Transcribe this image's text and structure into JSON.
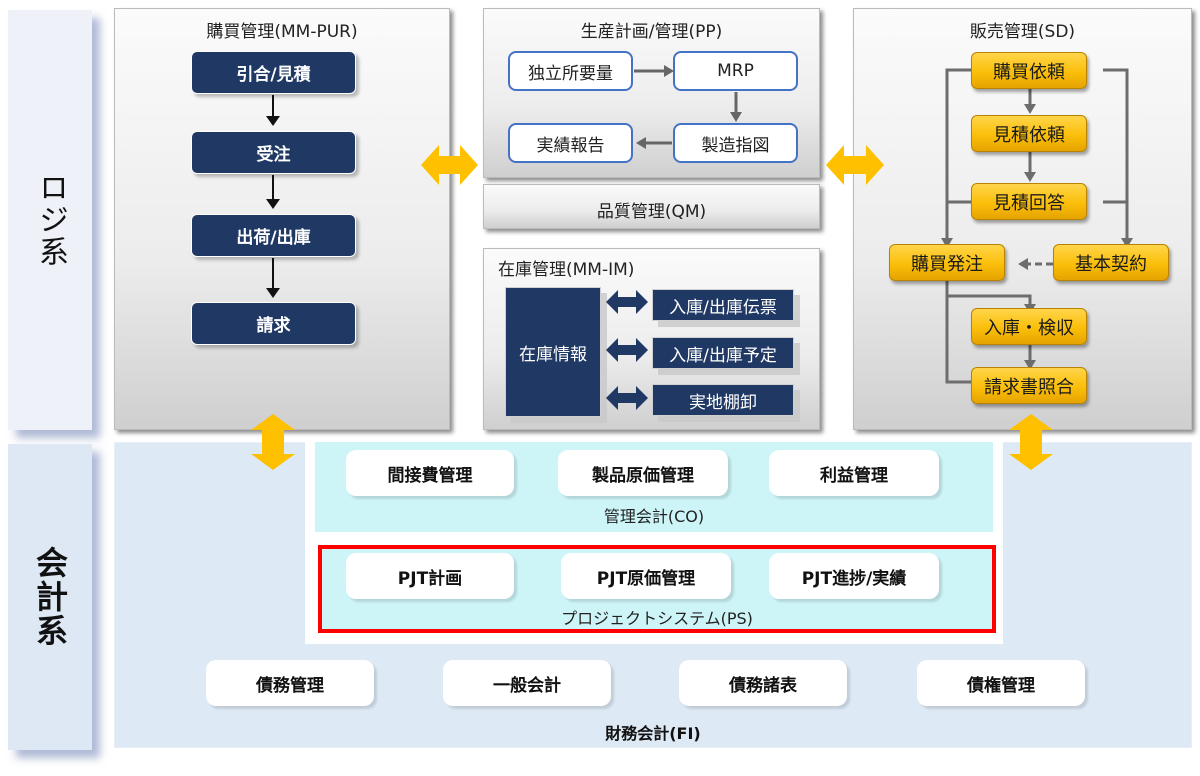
{
  "side_labels": {
    "logistics": "ロジ系",
    "accounting": "会計系"
  },
  "colors": {
    "navy": "#1f3864",
    "yellow_arrow": "#ffc000",
    "pp_border": "#4472c4",
    "ps_highlight": "#ff0000",
    "co_background": "#cdf4f7",
    "fi_background": "#dde9f5"
  },
  "purchasing": {
    "title": "購買管理(MM-PUR)",
    "steps": [
      "引合/見積",
      "受注",
      "出荷/出庫",
      "請求"
    ]
  },
  "production": {
    "title": "生産計画/管理(PP)",
    "boxes": {
      "independent_demand": "独立所要量",
      "mrp": "MRP",
      "production_order": "製造指図",
      "actual_report": "実績報告"
    }
  },
  "quality": {
    "title": "品質管理(QM)"
  },
  "inventory": {
    "title": "在庫管理(MM-IM)",
    "center": "在庫情報",
    "items": [
      "入庫/出庫伝票",
      "入庫/出庫予定",
      "実地棚卸"
    ]
  },
  "sales": {
    "title": "販売管理(SD)",
    "boxes": {
      "purchase_request": "購買依頼",
      "rfq": "見積依頼",
      "quote_response": "見積回答",
      "purchase_order": "購買発注",
      "contract": "基本契約",
      "goods_receipt": "入庫・検収",
      "invoice_match": "請求書照合"
    }
  },
  "controlling": {
    "label": "管理会計(CO)",
    "items": [
      "間接費管理",
      "製品原価管理",
      "利益管理"
    ]
  },
  "project_system": {
    "label": "プロジェクトシステム(PS)",
    "items": [
      "PJT計画",
      "PJT原価管理",
      "PJT進捗/実績"
    ]
  },
  "financial": {
    "label": "財務会計(FI)",
    "items": [
      "債務管理",
      "一般会計",
      "債務諸表",
      "債権管理"
    ]
  }
}
